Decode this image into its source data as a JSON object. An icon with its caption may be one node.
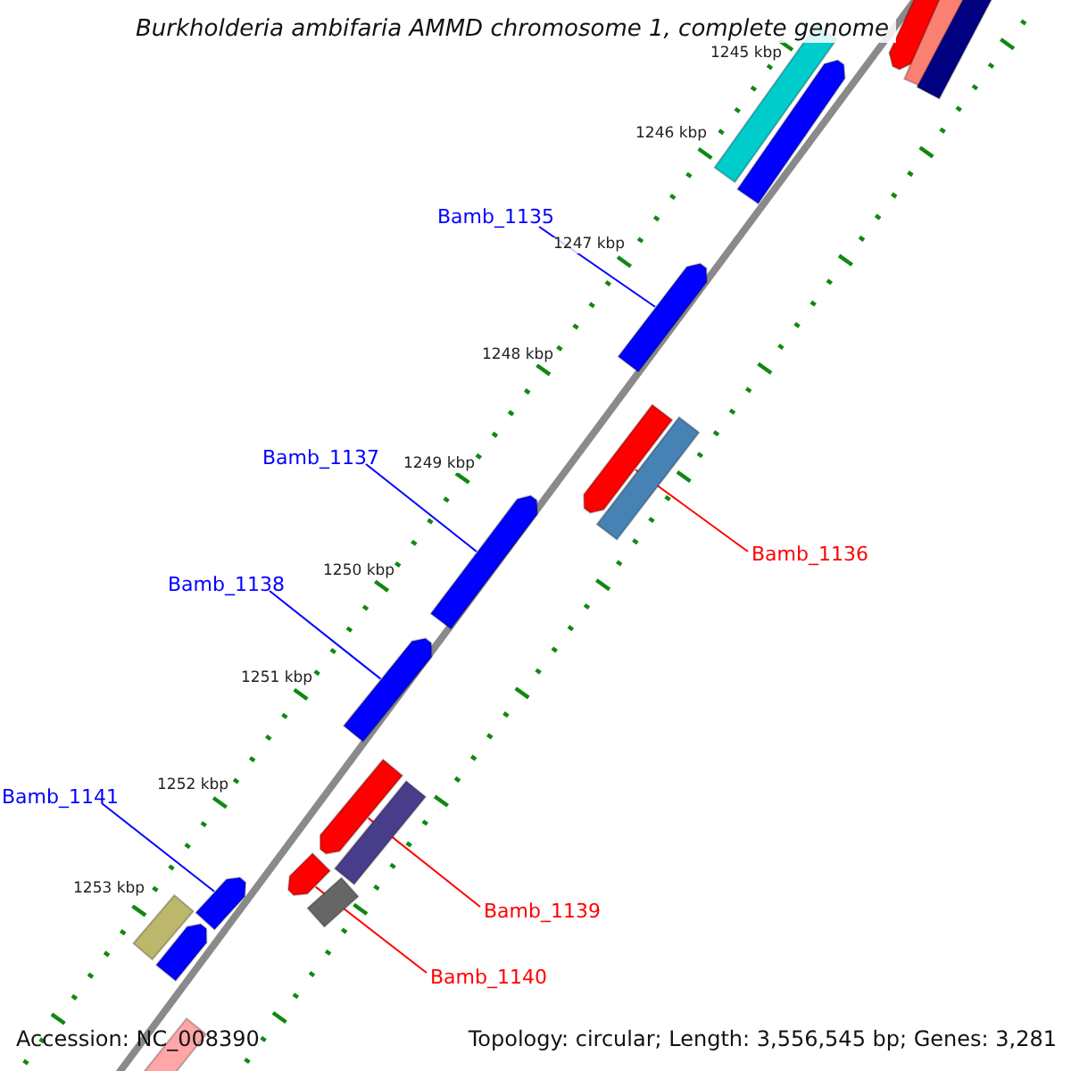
{
  "diagram": {
    "title": "Burkholderia ambifaria AMMD chromosome 1, complete genome",
    "nodes": [
      {
        "text": [
          "Bamb_1135"
        ]
      },
      {
        "text": [],
        "shape": "bar"
      },
      {
        "text": [
          "Bamb_1137"
        ]
      },
      {
        "text": [],
        "shape": "bar"
      },
      {
        "text": [
          "Bamb_1138"
        ]
      },
      {
        "text": [],
        "shape": "bar"
      },
      {
        "text": [
          "Bamb_1141"
        ]
      },
      {
        "text": [],
        "shape": "bar"
      },
      {
        "text": [
          "Bamb_1136"
        ]
      },
      {
        "text": [],
        "shape": "bar"
      },
      {
        "text": [
          "Bamb_1139"
        ]
      },
      {
        "text": [],
        "shape": "bar"
      },
      {
        "text": [
          "Bamb_1140"
        ]
      },
      {
        "text": [],
        "shape": "bar"
      },
      {
        "text": [],
        "shape": "bar"
      },
      {
        "text": [],
        "shape": "bar"
      },
      {
        "text": [],
        "shape": "bar"
      },
      {
        "text": [],
        "shape": "bar"
      },
      {
        "text": [],
        "shape": "bar"
      },
      {
        "text": [],
        "shape": "bar"
      },
      {
        "text": [],
        "shape": "bar"
      },
      {
        "text": [],
        "shape": "bar"
      },
      {
        "text": [],
        "shape": "bar"
      },
      {
        "text": [],
        "shape": "bar"
      },
      {
        "text": [],
        "shape": "bar"
      }
    ],
    "edges": [
      {
        "from": 0,
        "to": 1,
        "arrow": "none"
      },
      {
        "from": 2,
        "to": 3,
        "arrow": "none"
      },
      {
        "from": 4,
        "to": 5,
        "arrow": "none"
      },
      {
        "from": 6,
        "to": 7,
        "arrow": "none"
      },
      {
        "from": 8,
        "to": 9,
        "arrow": "none",
        "color": "#ff0000"
      },
      {
        "from": 10,
        "to": 11,
        "arrow": "none",
        "color": "#ff0000"
      },
      {
        "from": 12,
        "to": 13,
        "arrow": "none",
        "color": "#ff0000"
      }
    ],
    "labels": [
      "1245 kbp",
      "1246 kbp",
      "1247 kbp",
      "1248 kbp",
      "1249 kbp",
      "1250 kbp",
      "1251 kbp",
      "1252 kbp",
      "1253 kbp",
      "Accession: NC_008390",
      "Topology: circular; Length: 3,556,545 bp; Genes: 3,281"
    ]
  }
}
